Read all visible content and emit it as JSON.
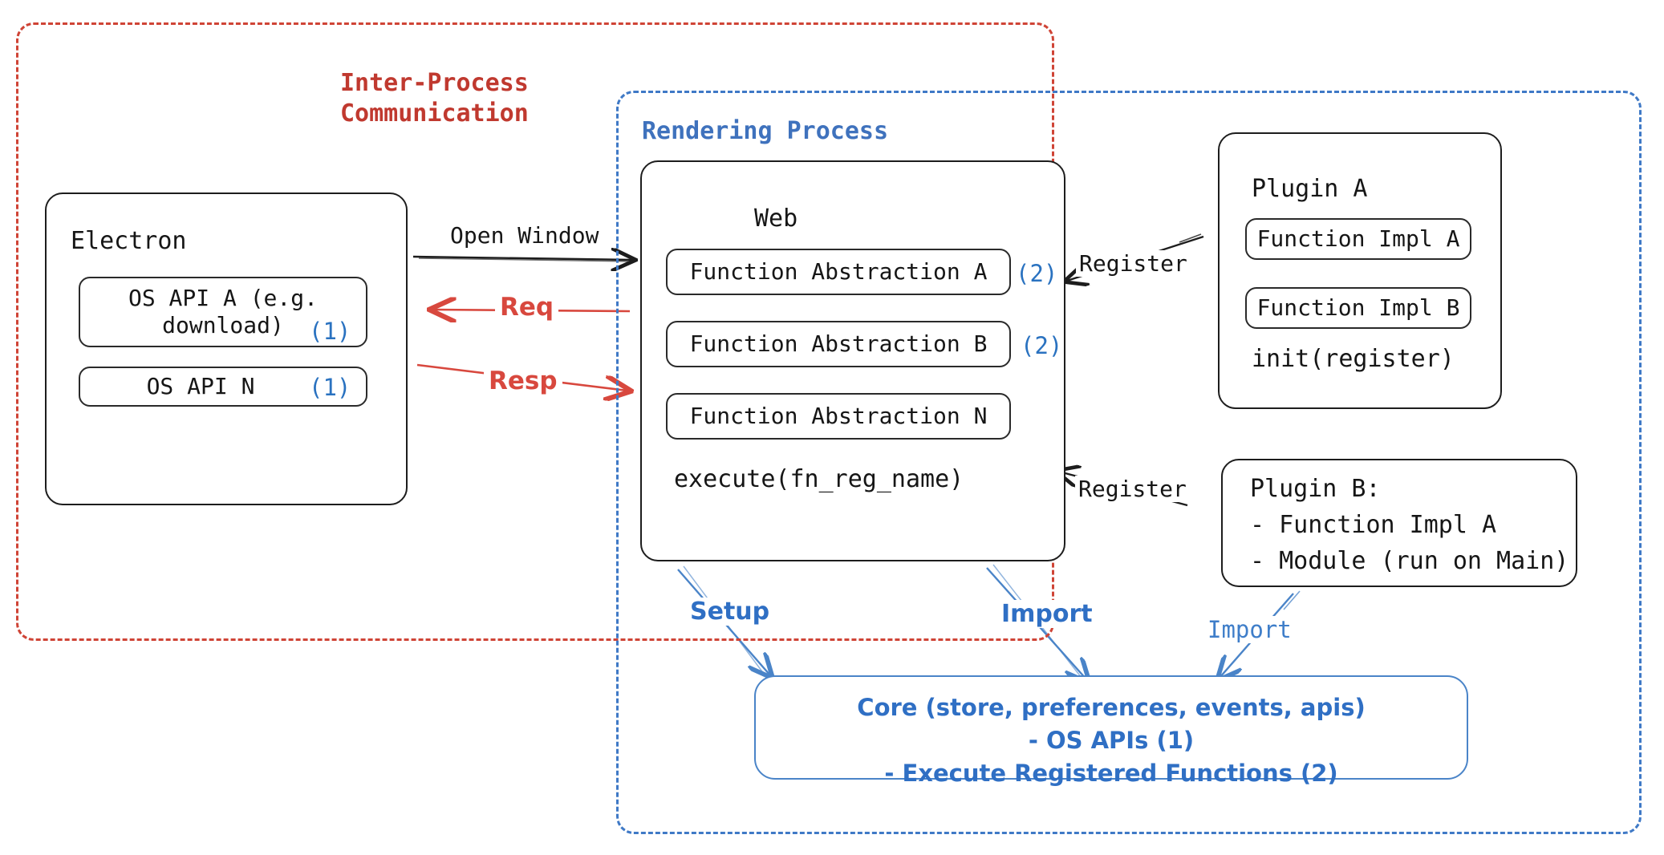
{
  "diagram": {
    "title_semantic": "electron-plugin-architecture-diagram",
    "colors": {
      "red": "#cf4436",
      "blue": "#3f79c6",
      "black": "#161616",
      "marker_blue": "#2a72c0",
      "core_blue": "#2f6fc4"
    }
  },
  "regions": {
    "ipc": {
      "label": "Inter-Process\nCommunication",
      "color": "#c0392f",
      "style": "dashed"
    },
    "rendering": {
      "label": "Rendering Process",
      "color": "#3f72bd",
      "style": "dashed"
    }
  },
  "electron": {
    "title": "Electron",
    "apis": [
      {
        "label": "OS API A (e.g.\ndownload)",
        "marker": "(1)"
      },
      {
        "label": "OS API N",
        "marker": "(1)"
      }
    ]
  },
  "web": {
    "title": "Web",
    "abstractions": [
      {
        "label": "Function Abstraction A",
        "marker": "(2)"
      },
      {
        "label": "Function Abstraction B",
        "marker": "(2)"
      },
      {
        "label": "Function Abstraction N",
        "marker": ""
      }
    ],
    "footer": "execute(fn_reg_name)"
  },
  "plugin_a": {
    "title": "Plugin A",
    "impls": [
      "Function Impl A",
      "Function Impl B"
    ],
    "footer": "init(register)"
  },
  "plugin_b": {
    "title": "Plugin B:",
    "lines": [
      "- Function Impl A",
      "- Module (run on Main)"
    ]
  },
  "core": {
    "lines": "Core (store, preferences, events, apis)\n- OS APIs (1)\n- Execute Registered Functions (2)"
  },
  "edges": {
    "open_window": "Open Window",
    "req": "Req",
    "resp": "Resp",
    "register_top": "Register",
    "register_bottom": "Register",
    "setup": "Setup",
    "import_web": "Import",
    "import_plugin_b": "Import"
  }
}
